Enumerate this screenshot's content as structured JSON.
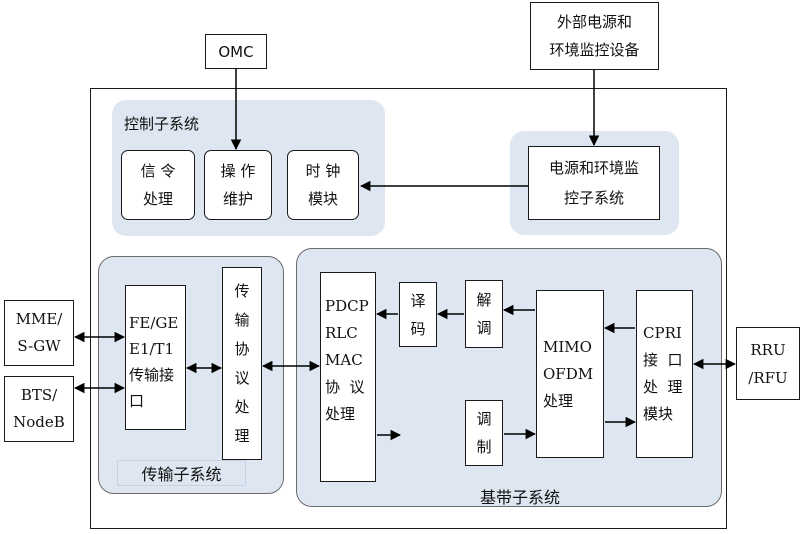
{
  "external": {
    "omc": "OMC",
    "power_env": [
      "外部电源和",
      "环境监控设备"
    ],
    "mme": [
      "MME/",
      "S-GW"
    ],
    "bts": [
      "BTS/",
      "NodeB"
    ],
    "rru": [
      "RRU",
      "/RFU"
    ]
  },
  "control": {
    "title": "控制子系统",
    "signaling": [
      "信 令",
      "处理"
    ],
    "oam": [
      "操 作",
      "维护"
    ],
    "clock": [
      "时 钟",
      "模块"
    ]
  },
  "power_monitor": [
    "电源和环境监",
    "控子系统"
  ],
  "transport": {
    "title": "传输子系统",
    "interface": [
      "FE/GE",
      "E1/T1",
      "传输接",
      "口"
    ],
    "protocol": [
      "传",
      "输",
      "协",
      "议",
      "处",
      "理"
    ]
  },
  "baseband": {
    "title": "基带子系统",
    "pdcp": [
      "PDCP",
      "RLC",
      "MAC",
      "协  议",
      "处理"
    ],
    "decode": [
      "译",
      "码"
    ],
    "demod": [
      "解",
      "调"
    ],
    "mod": [
      "调",
      "制"
    ],
    "mimo": [
      "MIMO",
      "OFDM",
      "处理"
    ],
    "cpri": [
      "CPRI",
      "接  口",
      "处  理",
      "模块"
    ]
  }
}
